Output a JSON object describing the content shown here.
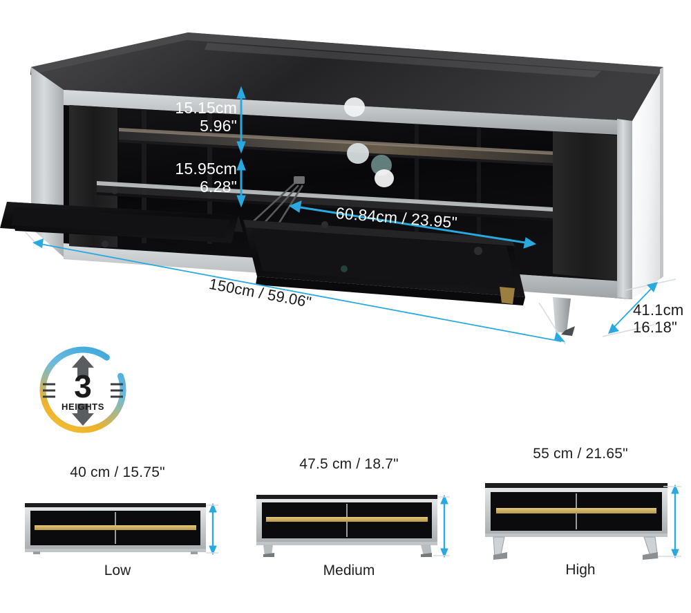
{
  "product": {
    "name": "tv-stand-cabinet",
    "interior_dimensions": [
      {
        "id": "upper-shelf-height",
        "cm": "15.15cm",
        "inch": "5.96\""
      },
      {
        "id": "lower-shelf-height",
        "cm": "15.95cm",
        "inch": "6.28\""
      }
    ],
    "interior_width": {
      "id": "interior-width",
      "text": "60.84cm  /  23.95\""
    },
    "overall_width": {
      "id": "overall-width",
      "text": "150cm  /  59.06\""
    },
    "depth": {
      "id": "depth",
      "cm": "41.1cm",
      "inch": "16.18\""
    }
  },
  "badge": {
    "count": "3",
    "label": "HEIGHTS",
    "ring_color_start": "#F0B323",
    "ring_color_end": "#3BA6DC"
  },
  "variants": [
    {
      "id": "low",
      "measure": "40 cm / 15.75\"",
      "name": "Low"
    },
    {
      "id": "medium",
      "measure": "47.5 cm / 18.7\"",
      "name": "Medium"
    },
    {
      "id": "high",
      "measure": "55 cm / 21.65\"",
      "name": "High"
    }
  ],
  "colors": {
    "dimension_arrow": "#29A9E0",
    "extension_line": "#D7DCE0",
    "frame_silver": "#C9CCCE",
    "cabinet_black": "#0d0d0d",
    "gold_accent": "#D9B869",
    "text_dark": "#1a1a1a",
    "text_light": "#ffffff"
  }
}
